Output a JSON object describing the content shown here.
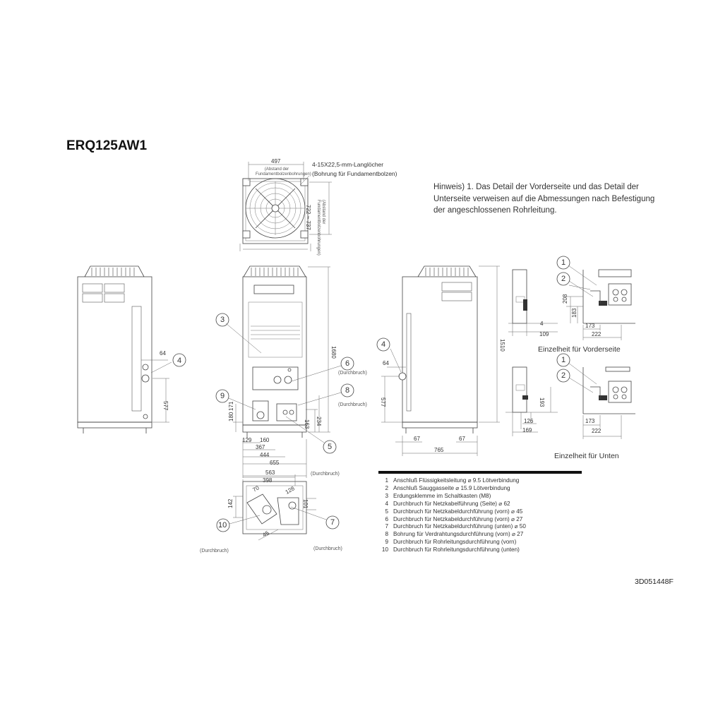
{
  "model": "ERQ125AW1",
  "note": "Hinweis) 1. Das Detail der Vorderseite und das Detail der Unterseite verweisen auf die Abmessungen nach Befestigung der angeschlossenen Rohrleitung.",
  "top_view": {
    "dim_width": "497",
    "abstand_h": "(Abstand der Fundamentbolzenbohrungen)",
    "slots": "4-15X22,5-mm-Langlöcher",
    "bolt_note": "(Bohrung für Fundamentbolzen)",
    "dim_depth": "722 ~ 737",
    "abstand_v": "(Abstand der Fundamentbolzenbohrungen)"
  },
  "side_left": {
    "dim_64": "64",
    "dim_577": "577",
    "callout": "4"
  },
  "front": {
    "dim_height": "1680",
    "dim_129": "129",
    "dim_160": "160",
    "dim_367": "367",
    "dim_444": "444",
    "dim_655": "655",
    "dim_563": "563",
    "dim_180": "180",
    "dim_171": "171",
    "dim_163": "163",
    "dim_234": "234",
    "durchbruch_a": "(Durchbruch)",
    "durchbruch_b": "(Durchbruch)",
    "durchbruch_c": "(Durchbruch)",
    "callouts": [
      "3",
      "6",
      "8",
      "9",
      "5"
    ]
  },
  "bottom_view": {
    "dim_398": "398",
    "dim_70": "70",
    "dim_128": "128",
    "dim_142": "142",
    "dim_101": "101",
    "dim_45": "45",
    "durchbruch_left": "(Durchbruch)",
    "durchbruch_right": "(Durchbruch)",
    "callouts": [
      "10",
      "7"
    ]
  },
  "side_right": {
    "dim_1510": "1510",
    "dim_64": "64",
    "dim_577": "577",
    "dim_67a": "67",
    "dim_67b": "67",
    "dim_765": "765",
    "callout": "4"
  },
  "detail_front": {
    "caption": "Einzelheit für Vorderseite",
    "dim_208": "208",
    "dim_183": "183",
    "dim_4": "4",
    "dim_109": "109",
    "dim_173": "173",
    "dim_222": "222",
    "callouts": [
      "1",
      "2"
    ]
  },
  "detail_bottom": {
    "caption": "Einzelheit für Unten",
    "dim_193": "193",
    "dim_126": "126",
    "dim_169": "169",
    "dim_173": "173",
    "dim_222": "222",
    "callouts": [
      "1",
      "2"
    ]
  },
  "legend": [
    {
      "n": "1",
      "text": "Anschluß Flüssigkeitsleitung ⌀ 9.5 Lötverbindung"
    },
    {
      "n": "2",
      "text": "Anschluß Sauggasseite ⌀ 15.9 Lötverbindung"
    },
    {
      "n": "3",
      "text": "Erdungsklemme im Schaltkasten (M8)"
    },
    {
      "n": "4",
      "text": "Durchbruch für Netzkabelführung (Seite) ⌀ 62"
    },
    {
      "n": "5",
      "text": "Durchbruch für Netzkabeldurchführung (vorn) ⌀ 45"
    },
    {
      "n": "6",
      "text": "Durchbruch für Netzkabeldurchführung (vorn) ⌀ 27"
    },
    {
      "n": "7",
      "text": "Durchbruch für Netzkabeldurchführung (unten) ⌀ 50"
    },
    {
      "n": "8",
      "text": "Bohrung für Verdrahtungsdurchführung (vorn) ⌀ 27"
    },
    {
      "n": "9",
      "text": "Durchbruch für Rohrleitungsdurchführung (vorn)"
    },
    {
      "n": "10",
      "text": "Durchbruch für Rohrleitungsdurchführung (unten)"
    }
  ],
  "doc_id": "3D051448F"
}
